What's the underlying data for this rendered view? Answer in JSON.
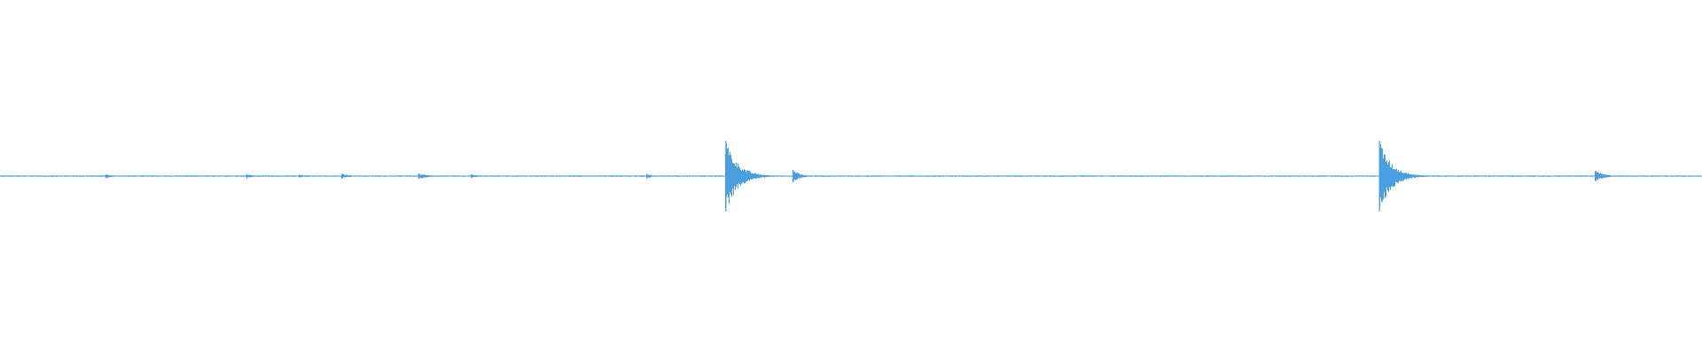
{
  "colors": {
    "background": "#ffffff",
    "waveform": "#4a9fe0"
  },
  "chart_data": {
    "type": "line",
    "title": "",
    "xlabel": "",
    "ylabel": "",
    "grid": false,
    "legend": "none",
    "x_range": [
      0,
      1
    ],
    "amplitude_range": [
      -1,
      1
    ],
    "baseline_amplitude": 0.004,
    "events": [
      {
        "x": 0.0625,
        "amplitude": 0.01,
        "decay": 0.004
      },
      {
        "x": 0.145,
        "amplitude": 0.012,
        "decay": 0.004
      },
      {
        "x": 0.176,
        "amplitude": 0.008,
        "decay": 0.004
      },
      {
        "x": 0.201,
        "amplitude": 0.014,
        "decay": 0.005
      },
      {
        "x": 0.246,
        "amplitude": 0.016,
        "decay": 0.006
      },
      {
        "x": 0.277,
        "amplitude": 0.01,
        "decay": 0.004
      },
      {
        "x": 0.38,
        "amplitude": 0.012,
        "decay": 0.004
      },
      {
        "x": 0.4265,
        "amplitude": 0.2,
        "decay": 0.007
      },
      {
        "x": 0.466,
        "amplitude": 0.035,
        "decay": 0.004
      },
      {
        "x": 0.8105,
        "amplitude": 0.2,
        "decay": 0.007
      },
      {
        "x": 0.9375,
        "amplitude": 0.03,
        "decay": 0.005
      }
    ]
  }
}
